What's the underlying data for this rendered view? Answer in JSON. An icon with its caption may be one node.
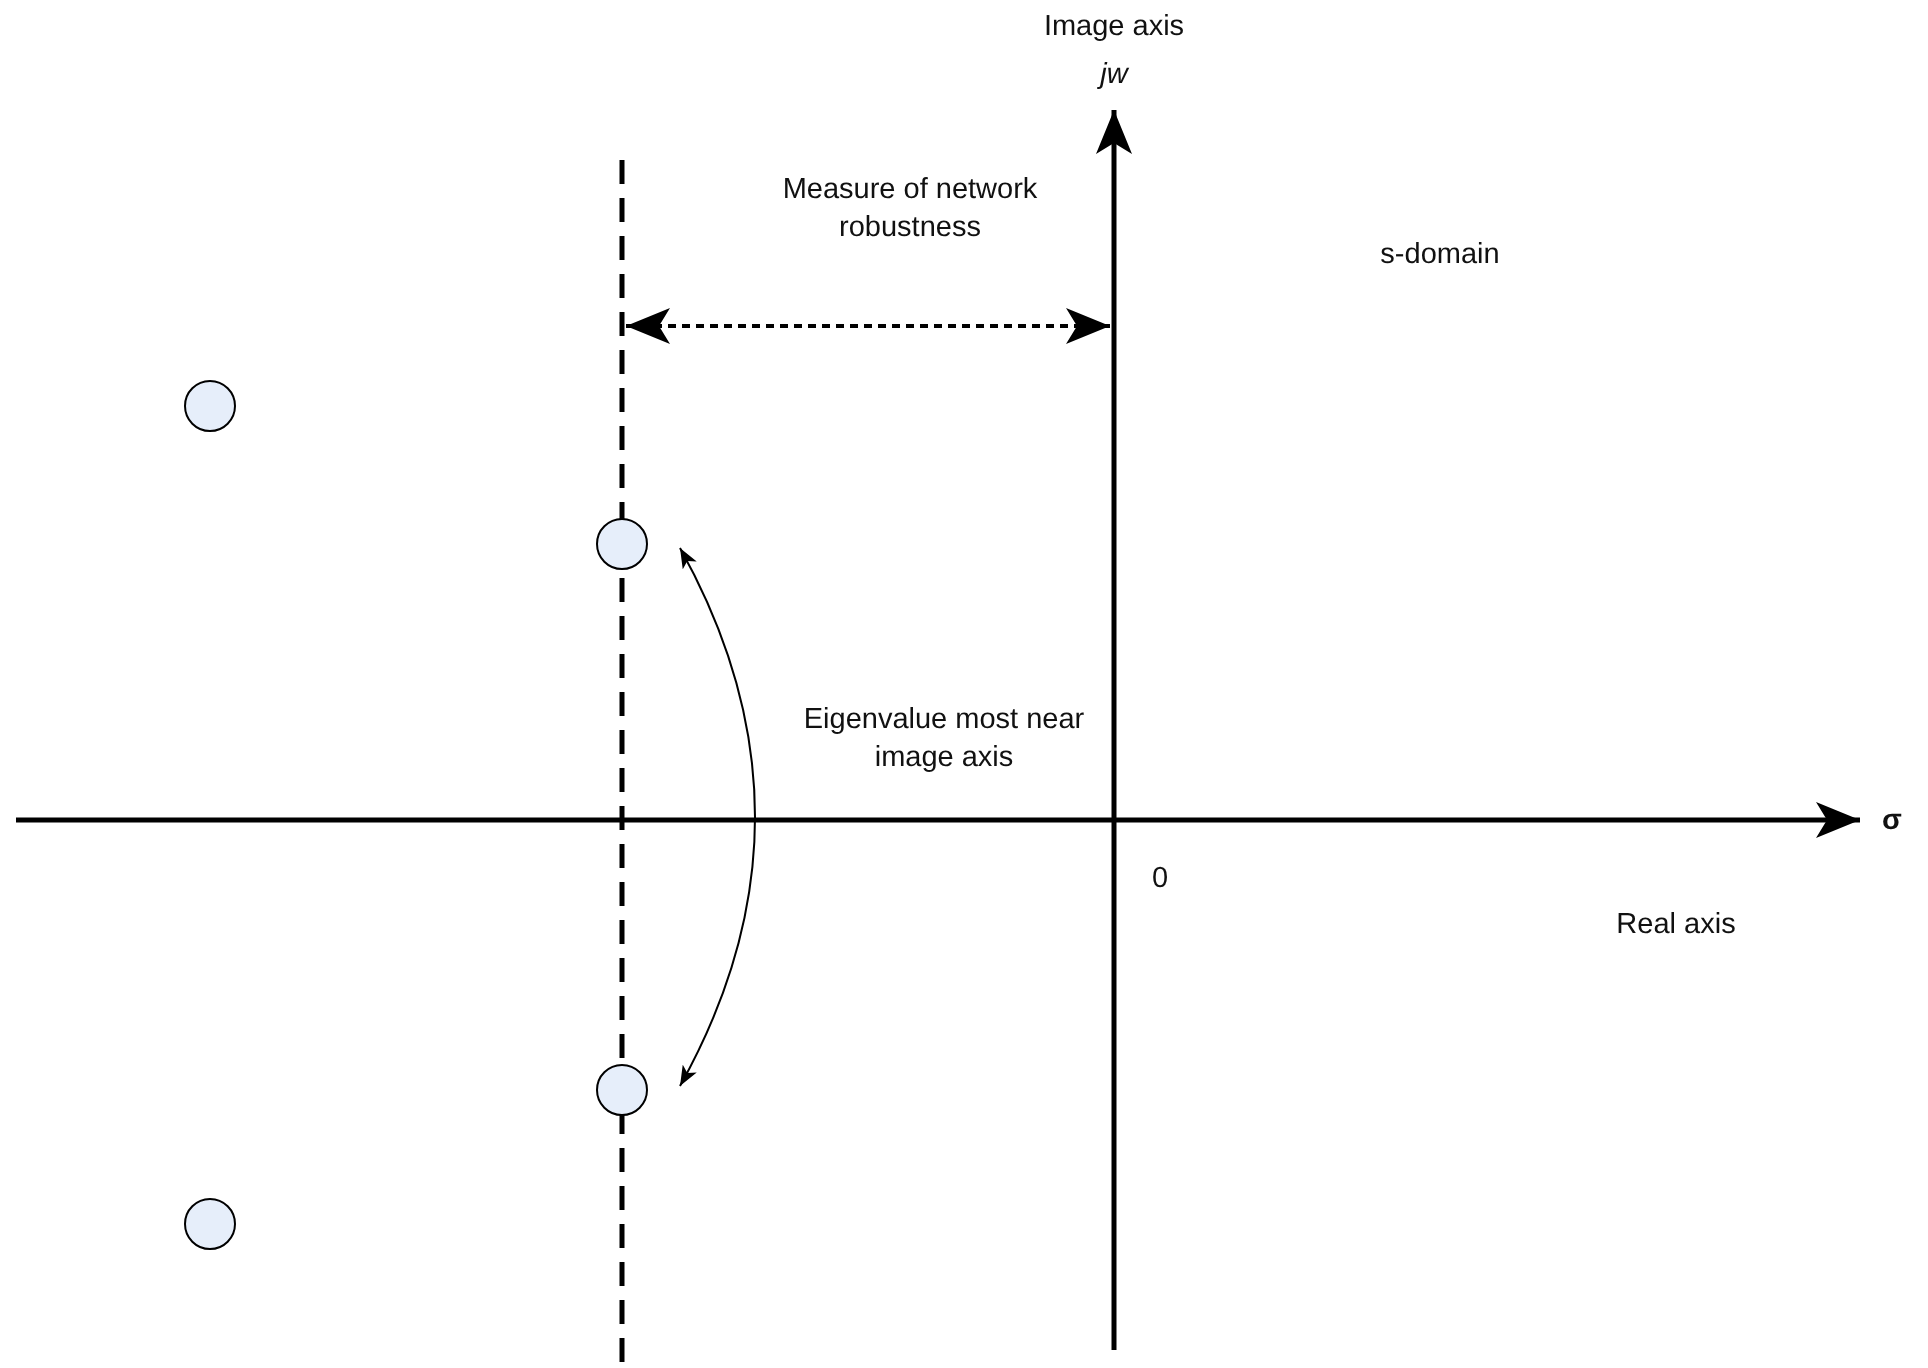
{
  "diagram": {
    "nodes": [
      {
        "text": [],
        "shape": "circle"
      },
      {
        "text": [],
        "shape": "circle"
      },
      {
        "text": [],
        "shape": "circle"
      },
      {
        "text": [],
        "shape": "circle"
      }
    ],
    "edges": [
      {
        "from": 1,
        "to": 2,
        "arrow": "both"
      }
    ],
    "labels": [
      "Image axis",
      "jw",
      "Measure of network robustness",
      "s-domain",
      "Eigenvalue most near image axis",
      "σ",
      "0",
      "Real axis"
    ]
  }
}
